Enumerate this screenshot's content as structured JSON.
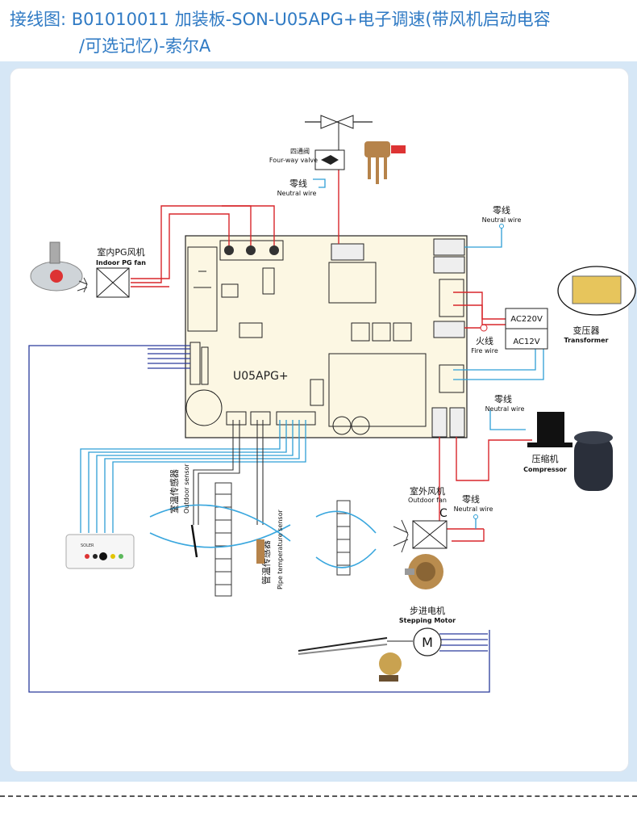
{
  "title": {
    "line1": "接线图: B01010011 加装板-SON-U05APG+电子调速(带风机启动电容",
    "line2": "/可选记忆)-索尔A"
  },
  "board": {
    "model": "U05APG+"
  },
  "components": {
    "four_way_valve": {
      "cn": "四通阀",
      "en": "Four-way valve"
    },
    "neutral_top": {
      "cn": "零线",
      "en": "Neutral wire"
    },
    "indoor_fan": {
      "cn": "室内PG风机",
      "en": "Indoor PG fan"
    },
    "neutral_right": {
      "cn": "零线",
      "en": "Neutral wire"
    },
    "fire_wire": {
      "cn": "火线",
      "en": "Fire wire"
    },
    "transformer": {
      "cn": "变压器",
      "en": "Transformer",
      "primary": "AC220V",
      "secondary": "AC12V"
    },
    "neutral_comp": {
      "cn": "零线",
      "en": "Neutral wire"
    },
    "compressor": {
      "cn": "压缩机",
      "en": "Compressor"
    },
    "outdoor_fan": {
      "cn": "室外风机",
      "en": "Outdoor fan",
      "cap": "C"
    },
    "neutral_fan": {
      "cn": "零线",
      "en": "Neutral wire"
    },
    "outdoor_sensor": {
      "cn": "室温传感器",
      "en": "Outdoor sensor"
    },
    "pipe_sensor": {
      "cn": "管温传感器",
      "en": "Pipe temperature sensor"
    },
    "stepping_motor": {
      "cn": "步进电机",
      "en": "Stepping Motor"
    },
    "display_brand": "SOLER"
  },
  "colors": {
    "title": "#2f7ac4",
    "red_wire": "#d8262b",
    "blue_wire": "#2a3b9c",
    "cyan_wire": "#2e9fd6",
    "board": "#fcf7e3"
  }
}
